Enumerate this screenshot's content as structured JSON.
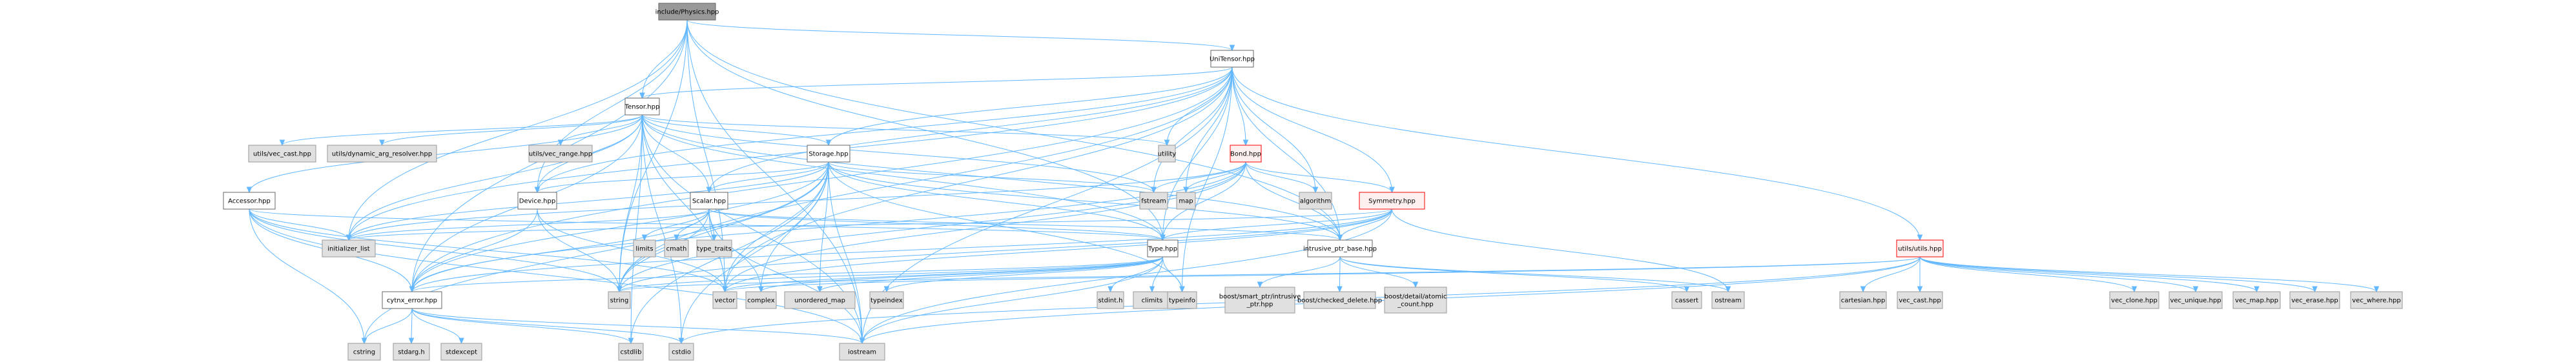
{
  "title": "include/Physics.hpp",
  "graph": {
    "type": "include-dependency-graph",
    "legend_styles": {
      "root": "file being documented (dark gray fill)",
      "local": "project header (white fill, gray border)",
      "system": "external/system header (light gray fill)",
      "incomplete": "truncated graph node (pink fill, red border)"
    },
    "colors": {
      "edge": "#63b8ff",
      "root_fill": "#999999",
      "local_fill": "#ffffff",
      "system_fill": "#e0e0e0",
      "incomplete_fill": "#fff0f0",
      "incomplete_border": "#ff0000"
    },
    "nodes": [
      {
        "id": "physics",
        "label": "include/Physics.hpp",
        "style": "root"
      },
      {
        "id": "unitensor",
        "label": "UniTensor.hpp",
        "style": "local"
      },
      {
        "id": "tensor",
        "label": "Tensor.hpp",
        "style": "local"
      },
      {
        "id": "vec_cast_u",
        "label": "utils/vec_cast.hpp",
        "style": "system"
      },
      {
        "id": "dyn_arg",
        "label": "utils/dynamic_arg_resolver.hpp",
        "style": "system"
      },
      {
        "id": "vec_range",
        "label": "utils/vec_range.hpp",
        "style": "system"
      },
      {
        "id": "utility",
        "label": "utility",
        "style": "system"
      },
      {
        "id": "storage",
        "label": "Storage.hpp",
        "style": "local"
      },
      {
        "id": "bond",
        "label": "Bond.hpp",
        "style": "incomplete"
      },
      {
        "id": "accessor",
        "label": "Accessor.hpp",
        "style": "local"
      },
      {
        "id": "device",
        "label": "Device.hpp",
        "style": "local"
      },
      {
        "id": "scalar",
        "label": "Scalar.hpp",
        "style": "local"
      },
      {
        "id": "fstream",
        "label": "fstream",
        "style": "system"
      },
      {
        "id": "map",
        "label": "map",
        "style": "system"
      },
      {
        "id": "algorithm",
        "label": "algorithm",
        "style": "system"
      },
      {
        "id": "symmetry",
        "label": "Symmetry.hpp",
        "style": "incomplete"
      },
      {
        "id": "utils",
        "label": "utils/utils.hpp",
        "style": "incomplete"
      },
      {
        "id": "init_list",
        "label": "initializer_list",
        "style": "system"
      },
      {
        "id": "limits",
        "label": "limits",
        "style": "system"
      },
      {
        "id": "cmath",
        "label": "cmath",
        "style": "system"
      },
      {
        "id": "type_traits",
        "label": "type_traits",
        "style": "system"
      },
      {
        "id": "type",
        "label": "Type.hpp",
        "style": "local"
      },
      {
        "id": "intrusive",
        "label": "intrusive_ptr_base.hpp",
        "style": "local"
      },
      {
        "id": "cytnx_error",
        "label": "cytnx_error.hpp",
        "style": "local"
      },
      {
        "id": "string",
        "label": "string",
        "style": "system"
      },
      {
        "id": "vector",
        "label": "vector",
        "style": "system"
      },
      {
        "id": "complex",
        "label": "complex",
        "style": "system"
      },
      {
        "id": "unordered_map",
        "label": "unordered_map",
        "style": "system"
      },
      {
        "id": "typeindex",
        "label": "typeindex",
        "style": "system"
      },
      {
        "id": "stdint",
        "label": "stdint.h",
        "style": "system"
      },
      {
        "id": "climits",
        "label": "climits",
        "style": "system"
      },
      {
        "id": "typeinfo",
        "label": "typeinfo",
        "style": "system"
      },
      {
        "id": "boost_intrusive",
        "label": "boost/smart_ptr/intrusive\n_ptr.hpp",
        "style": "system"
      },
      {
        "id": "boost_checked",
        "label": "boost/checked_delete.hpp",
        "style": "system"
      },
      {
        "id": "boost_atomic",
        "label": "boost/detail/atomic\n_count.hpp",
        "style": "system"
      },
      {
        "id": "cassert",
        "label": "cassert",
        "style": "system"
      },
      {
        "id": "ostream",
        "label": "ostream",
        "style": "system"
      },
      {
        "id": "cartesian",
        "label": "cartesian.hpp",
        "style": "system"
      },
      {
        "id": "vec_cast",
        "label": "vec_cast.hpp",
        "style": "system"
      },
      {
        "id": "vec_clone",
        "label": "vec_clone.hpp",
        "style": "system"
      },
      {
        "id": "vec_unique",
        "label": "vec_unique.hpp",
        "style": "system"
      },
      {
        "id": "vec_map",
        "label": "vec_map.hpp",
        "style": "system"
      },
      {
        "id": "vec_erase",
        "label": "vec_erase.hpp",
        "style": "system"
      },
      {
        "id": "vec_where",
        "label": "vec_where.hpp",
        "style": "system"
      },
      {
        "id": "cstring",
        "label": "cstring",
        "style": "system"
      },
      {
        "id": "stdarg",
        "label": "stdarg.h",
        "style": "system"
      },
      {
        "id": "stdexcept",
        "label": "stdexcept",
        "style": "system"
      },
      {
        "id": "cstdlib",
        "label": "cstdlib",
        "style": "system"
      },
      {
        "id": "cstdio",
        "label": "cstdio",
        "style": "system"
      },
      {
        "id": "iostream",
        "label": "iostream",
        "style": "system"
      }
    ],
    "edges": [
      [
        "physics",
        "tensor"
      ],
      [
        "physics",
        "unitensor"
      ],
      [
        "physics",
        "cytnx_error"
      ],
      [
        "physics",
        "string"
      ],
      [
        "physics",
        "vector"
      ],
      [
        "physics",
        "init_list"
      ],
      [
        "physics",
        "device"
      ],
      [
        "physics",
        "intrusive"
      ],
      [
        "physics",
        "iostream"
      ],
      [
        "physics",
        "type"
      ],
      [
        "unitensor",
        "tensor"
      ],
      [
        "unitensor",
        "storage"
      ],
      [
        "unitensor",
        "bond"
      ],
      [
        "unitensor",
        "utility"
      ],
      [
        "unitensor",
        "fstream"
      ],
      [
        "unitensor",
        "map"
      ],
      [
        "unitensor",
        "algorithm"
      ],
      [
        "unitensor",
        "symmetry"
      ],
      [
        "unitensor",
        "utils"
      ],
      [
        "unitensor",
        "device"
      ],
      [
        "unitensor",
        "scalar"
      ],
      [
        "unitensor",
        "type"
      ],
      [
        "unitensor",
        "intrusive"
      ],
      [
        "unitensor",
        "cytnx_error"
      ],
      [
        "unitensor",
        "init_list"
      ],
      [
        "unitensor",
        "iostream"
      ],
      [
        "unitensor",
        "vector"
      ],
      [
        "unitensor",
        "string"
      ],
      [
        "unitensor",
        "typeinfo"
      ],
      [
        "tensor",
        "vec_cast_u"
      ],
      [
        "tensor",
        "dyn_arg"
      ],
      [
        "tensor",
        "vec_range"
      ],
      [
        "tensor",
        "utility"
      ],
      [
        "tensor",
        "storage"
      ],
      [
        "tensor",
        "accessor"
      ],
      [
        "tensor",
        "device"
      ],
      [
        "tensor",
        "scalar"
      ],
      [
        "tensor",
        "fstream"
      ],
      [
        "tensor",
        "type"
      ],
      [
        "tensor",
        "intrusive"
      ],
      [
        "tensor",
        "cytnx_error"
      ],
      [
        "tensor",
        "init_list"
      ],
      [
        "tensor",
        "string"
      ],
      [
        "tensor",
        "vector"
      ],
      [
        "tensor",
        "iostream"
      ],
      [
        "tensor",
        "cstdio"
      ],
      [
        "tensor",
        "cstdlib"
      ],
      [
        "accessor",
        "init_list"
      ],
      [
        "accessor",
        "cytnx_error"
      ],
      [
        "accessor",
        "string"
      ],
      [
        "accessor",
        "vector"
      ],
      [
        "accessor",
        "type"
      ],
      [
        "accessor",
        "cstring"
      ],
      [
        "accessor",
        "iostream"
      ],
      [
        "device",
        "cytnx_error"
      ],
      [
        "device",
        "string"
      ],
      [
        "device",
        "vector"
      ],
      [
        "storage",
        "device"
      ],
      [
        "storage",
        "scalar"
      ],
      [
        "storage",
        "fstream"
      ],
      [
        "storage",
        "type"
      ],
      [
        "storage",
        "intrusive"
      ],
      [
        "storage",
        "cytnx_error"
      ],
      [
        "storage",
        "init_list"
      ],
      [
        "storage",
        "string"
      ],
      [
        "storage",
        "vector"
      ],
      [
        "storage",
        "complex"
      ],
      [
        "storage",
        "iostream"
      ],
      [
        "storage",
        "cstdlib"
      ],
      [
        "storage",
        "cstdio"
      ],
      [
        "storage",
        "cstring"
      ],
      [
        "storage",
        "typeinfo"
      ],
      [
        "storage",
        "unordered_map"
      ],
      [
        "scalar",
        "limits"
      ],
      [
        "scalar",
        "cmath"
      ],
      [
        "scalar",
        "type_traits"
      ],
      [
        "scalar",
        "type"
      ],
      [
        "scalar",
        "intrusive"
      ],
      [
        "scalar",
        "cytnx_error"
      ],
      [
        "scalar",
        "init_list"
      ],
      [
        "scalar",
        "string"
      ],
      [
        "scalar",
        "vector"
      ],
      [
        "scalar",
        "complex"
      ],
      [
        "scalar",
        "iostream"
      ],
      [
        "bond",
        "fstream"
      ],
      [
        "bond",
        "map"
      ],
      [
        "bond",
        "algorithm"
      ],
      [
        "bond",
        "symmetry"
      ],
      [
        "bond",
        "intrusive"
      ],
      [
        "bond",
        "type"
      ],
      [
        "bond",
        "cytnx_error"
      ],
      [
        "bond",
        "init_list"
      ],
      [
        "bond",
        "vector"
      ],
      [
        "bond",
        "string"
      ],
      [
        "symmetry",
        "type"
      ],
      [
        "symmetry",
        "intrusive"
      ],
      [
        "symmetry",
        "cytnx_error"
      ],
      [
        "symmetry",
        "init_list"
      ],
      [
        "symmetry",
        "vector"
      ],
      [
        "symmetry",
        "string"
      ],
      [
        "symmetry",
        "ostream"
      ],
      [
        "symmetry",
        "iostream"
      ],
      [
        "type",
        "string"
      ],
      [
        "type",
        "vector"
      ],
      [
        "type",
        "complex"
      ],
      [
        "type",
        "unordered_map"
      ],
      [
        "type",
        "typeindex"
      ],
      [
        "type",
        "stdint"
      ],
      [
        "type",
        "climits"
      ],
      [
        "type",
        "typeinfo"
      ],
      [
        "type",
        "cytnx_error"
      ],
      [
        "type",
        "iostream"
      ],
      [
        "intrusive",
        "boost_intrusive"
      ],
      [
        "intrusive",
        "boost_checked"
      ],
      [
        "intrusive",
        "boost_atomic"
      ],
      [
        "intrusive",
        "cassert"
      ],
      [
        "intrusive",
        "ostream"
      ],
      [
        "cytnx_error",
        "cstring"
      ],
      [
        "cytnx_error",
        "stdarg"
      ],
      [
        "cytnx_error",
        "stdexcept"
      ],
      [
        "cytnx_error",
        "cstdlib"
      ],
      [
        "cytnx_error",
        "cstdio"
      ],
      [
        "cytnx_error",
        "iostream"
      ],
      [
        "utils",
        "cartesian"
      ],
      [
        "utils",
        "vec_cast"
      ],
      [
        "utils",
        "vec_clone"
      ],
      [
        "utils",
        "vec_unique"
      ],
      [
        "utils",
        "vec_map"
      ],
      [
        "utils",
        "vec_erase"
      ],
      [
        "utils",
        "vec_where"
      ],
      [
        "utils",
        "string"
      ],
      [
        "utils",
        "vector"
      ],
      [
        "utils",
        "cstdio"
      ],
      [
        "utils",
        "iostream"
      ]
    ]
  }
}
